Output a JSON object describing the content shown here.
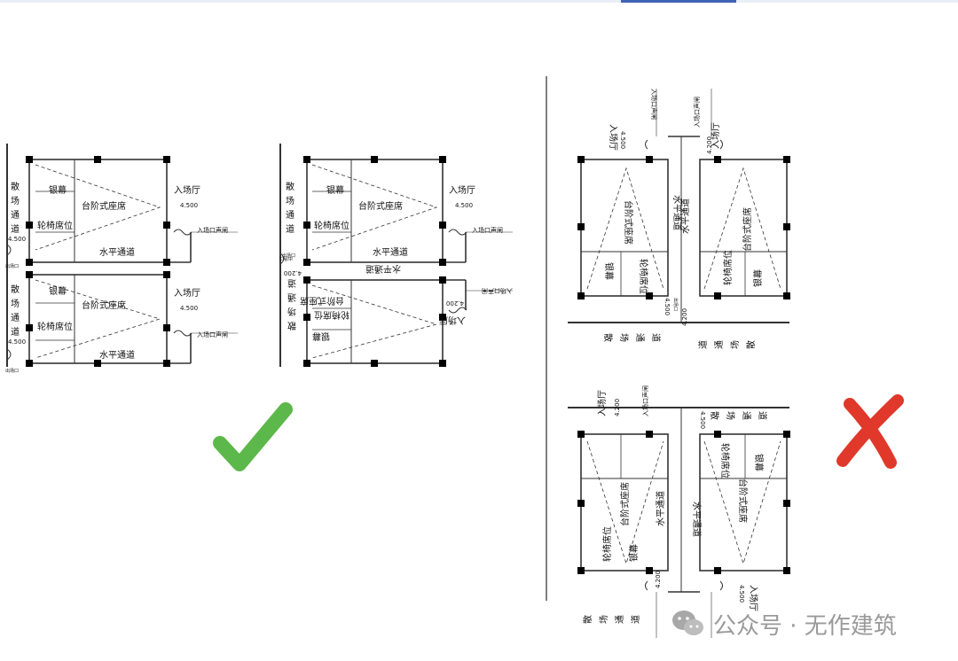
{
  "labels": {
    "entrance_hall": "入场厅",
    "stepped_seating": "台阶式座席",
    "screen": "银幕",
    "wheelchair_seats": "轮椅席位",
    "horizontal_aisle": "水平通道",
    "entrance_sound_lock": "入场口声闸",
    "exit": "出场口",
    "elev_4500": "4.500",
    "elev_4200": "4.200",
    "scatter": "散",
    "field": "场",
    "aisle": "通",
    "road": "道"
  },
  "marks": {
    "correct": "check-mark",
    "wrong": "cross-mark",
    "correct_color": "#5cb84a",
    "wrong_color": "#e0392b"
  },
  "watermark": {
    "icon": "wechat-icon",
    "text": "公众号 · 无作建筑"
  }
}
